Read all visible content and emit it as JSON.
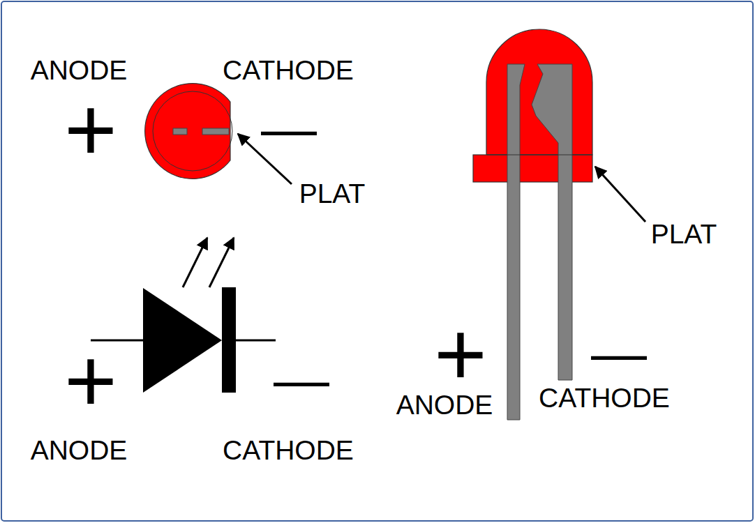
{
  "diagram": {
    "labels": [
      "ANODE",
      "CATHODE",
      "+",
      "—",
      "PLAT",
      "+",
      "—",
      "ANODE",
      "CATHODE",
      "PLAT",
      "+",
      "—",
      "ANODE",
      "CATHODE"
    ]
  }
}
